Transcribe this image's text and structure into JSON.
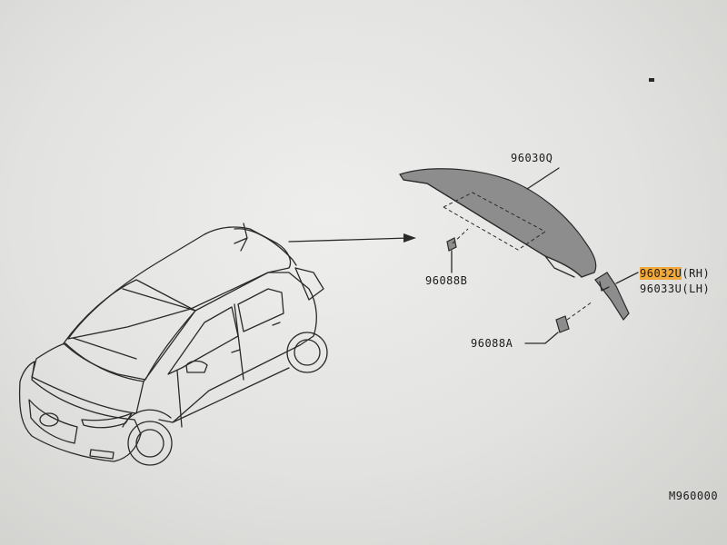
{
  "parts": {
    "spoiler": "96030Q",
    "clip_upper": "96088B",
    "clip_lower": "96088A",
    "bracket_rh_code": "96032U",
    "bracket_rh_side": "(RH)",
    "bracket_lh_code": "96033U",
    "bracket_lh_side": "(LH)"
  },
  "drawing_code": "M960000",
  "colors": {
    "highlight": "#f2a93b",
    "line": "#2a2a2a",
    "paper": "#e9e9e7"
  }
}
